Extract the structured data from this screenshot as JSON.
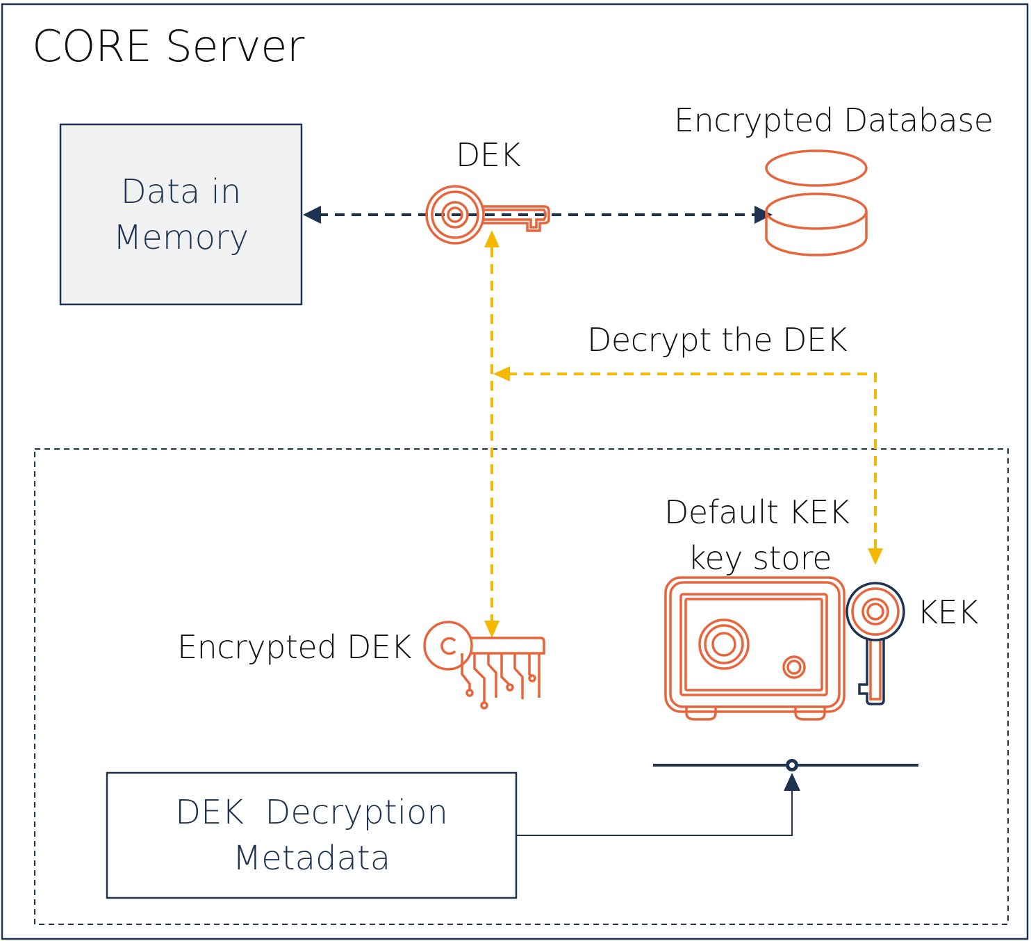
{
  "server": {
    "title": "CORE Server"
  },
  "memory_box": {
    "line1": "Data in",
    "line2": "Memory"
  },
  "dek": {
    "label": "DEK"
  },
  "database": {
    "label": "Encrypted Database"
  },
  "decrypt": {
    "label": "Decrypt the DEK"
  },
  "keystore": {
    "line1": "Default KEK",
    "line2": "key store"
  },
  "kek": {
    "label": "KEK"
  },
  "encrypted_dek": {
    "label": "Encrypted DEK"
  },
  "metadata_box": {
    "line1": "DEK  Decryption",
    "line2": "Metadata"
  },
  "colors": {
    "orange": "#e8643a",
    "navy": "#1e3352",
    "yellow": "#f5b800",
    "box_fill": "#f1f1f1"
  }
}
